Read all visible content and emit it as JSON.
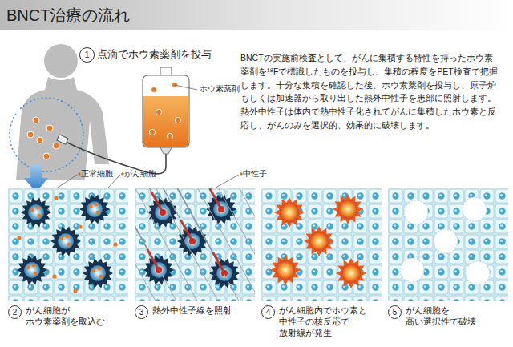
{
  "diagram": {
    "title": "BNCT治療の流れ",
    "nodes": [
      {
        "text": [
          "2",
          "がん細胞が ホウ素薬剤を取込む"
        ]
      },
      {
        "text": [
          "3",
          "熱外中性子線を照射"
        ]
      },
      {
        "text": [
          "4",
          "がん細胞内でホウ素と 中性子の核反応で 放射線が発生"
        ]
      },
      {
        "text": [
          "5",
          "がん細胞を 高い選択性で破壊"
        ]
      }
    ],
    "labels": [
      "1",
      "点滴でホウ素薬剤を投与",
      "ホウ素薬剤",
      "BNCTの実施前検査として、がんに集積する特性を持ったホウ素薬剤を¹⁸Fで標識したものを投与し、集積の程度をPET検査で把握します。十分な集積を確認した後、ホウ素薬剤を投与し、原子炉もしくは加速器から取り出した熱外中性子を患部に照射します。熱外中性子は体内で熱中性子化されてがんに集積したホウ素と反応し、がんのみを選択的、効果的に破壊します。",
      "正常細胞",
      "がん細胞",
      "中性子"
    ]
  }
}
